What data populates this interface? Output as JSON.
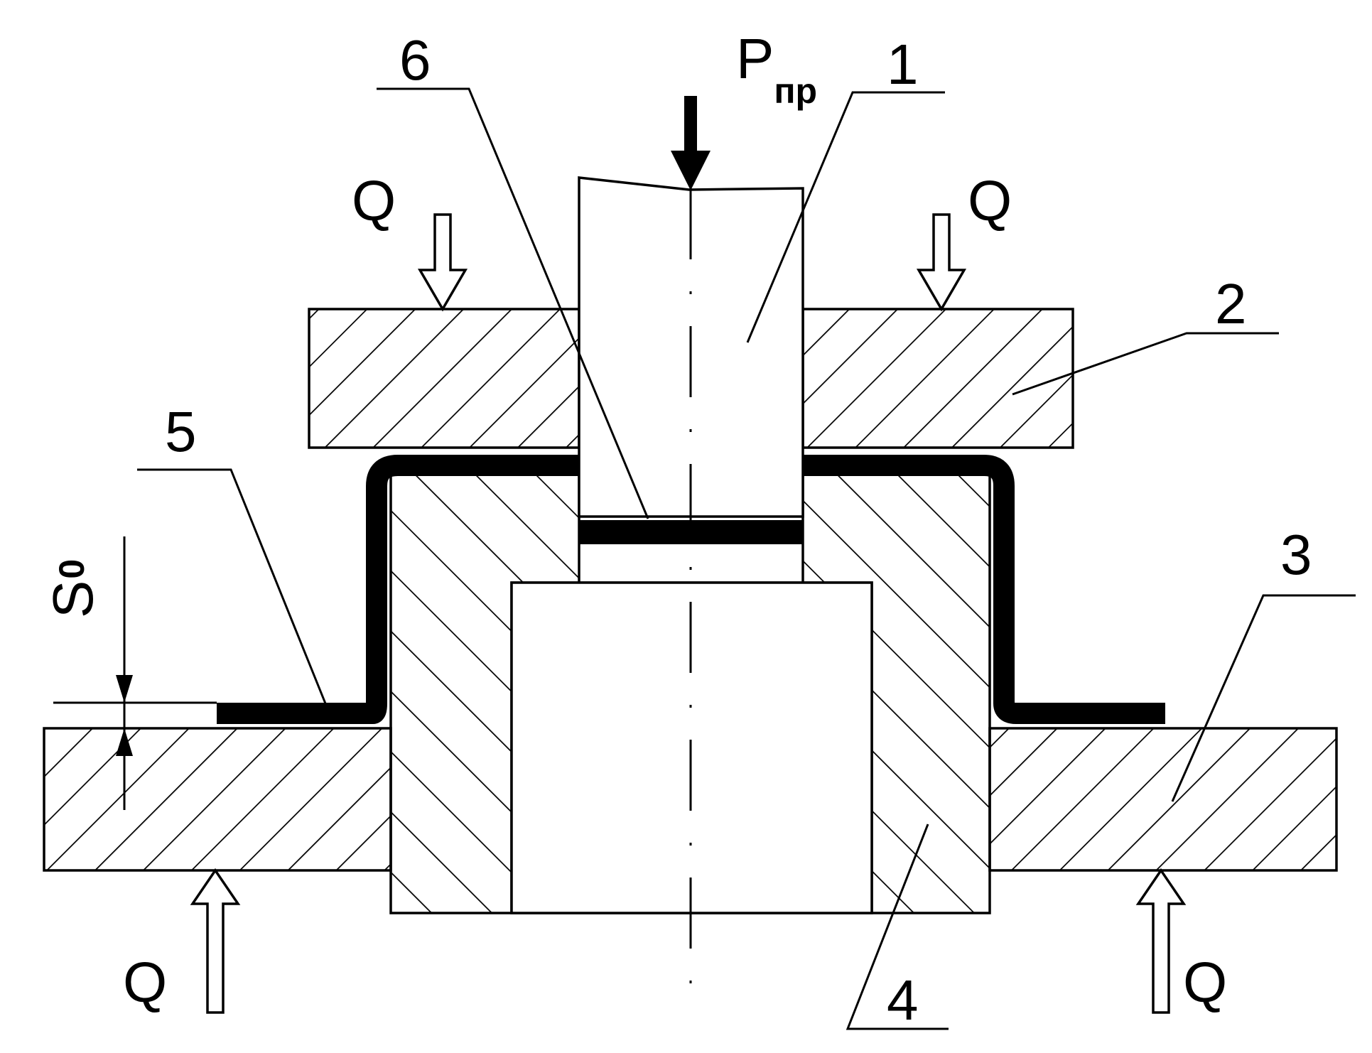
{
  "diagram": {
    "labels": {
      "force": "P",
      "force_subscript": "пр",
      "clamp_force": "Q",
      "thickness": "S",
      "thickness_subscript": "0",
      "part_1": "1",
      "part_2": "2",
      "part_3": "3",
      "part_4": "4",
      "part_5": "5",
      "part_6": "6"
    },
    "colors": {
      "line": "#000000",
      "background": "#ffffff"
    }
  }
}
